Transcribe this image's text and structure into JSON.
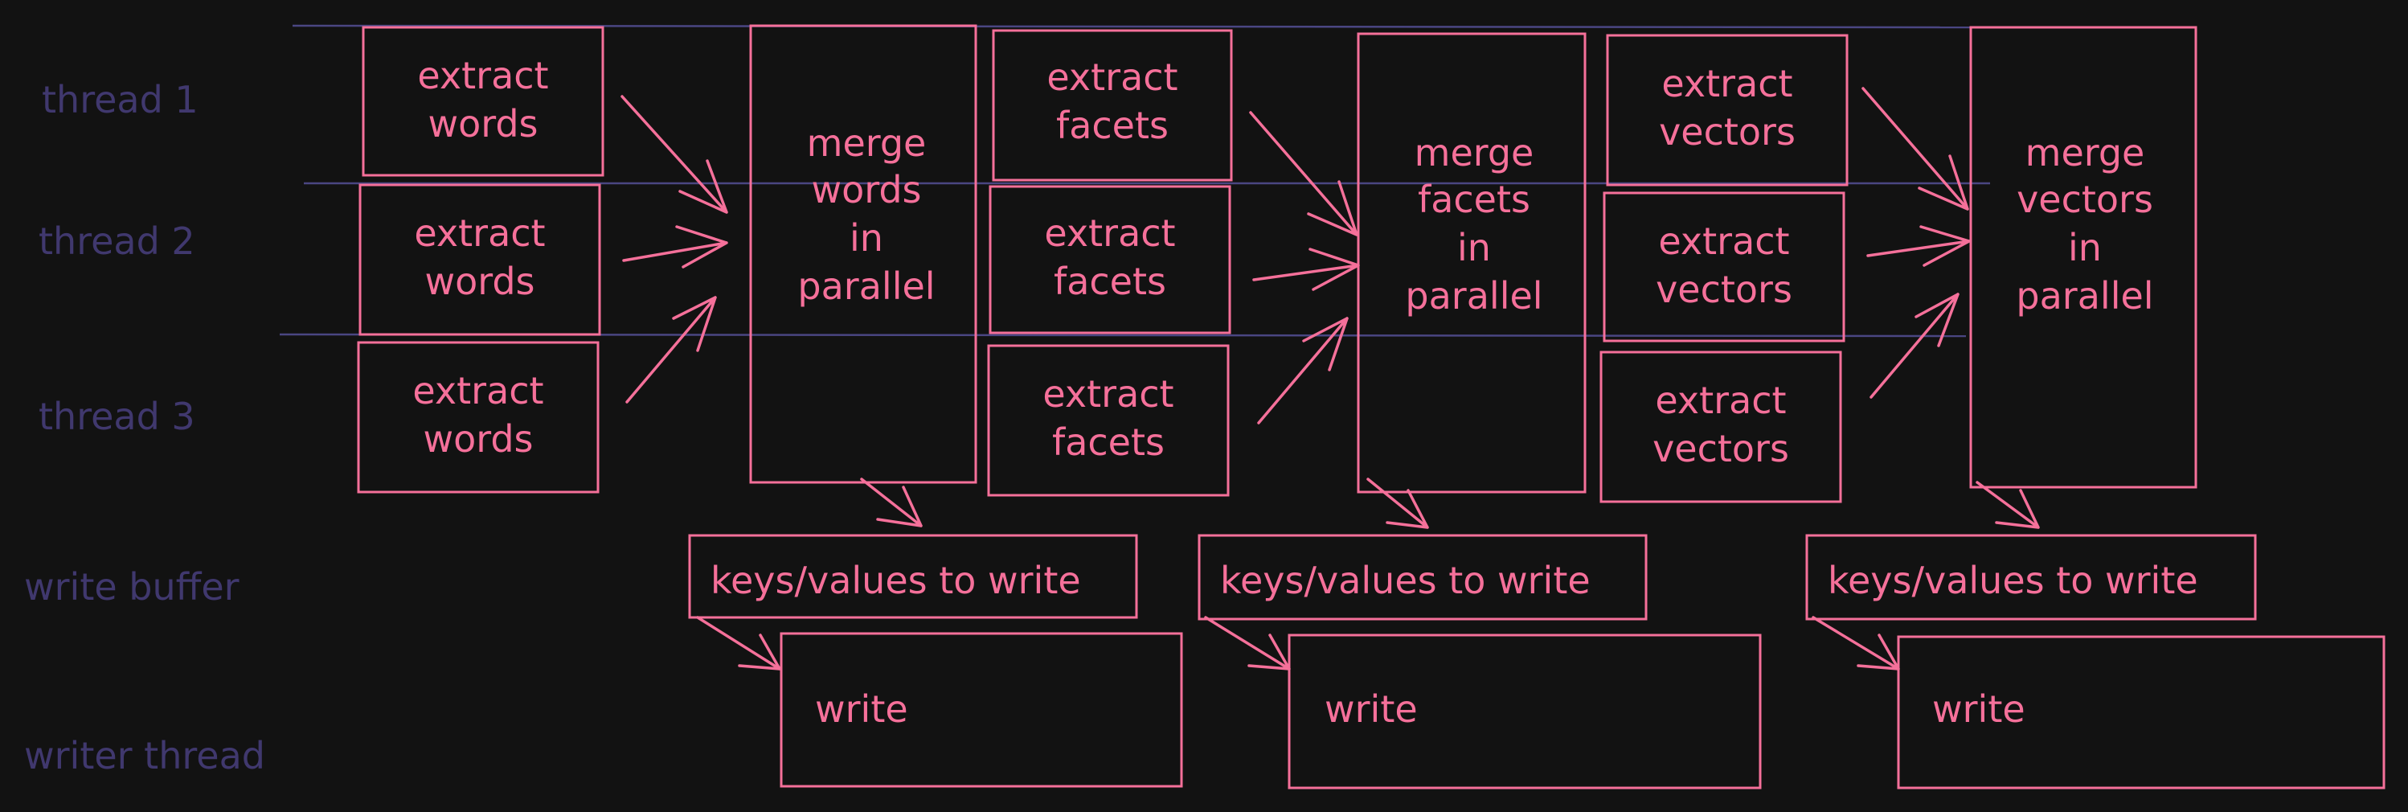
{
  "colors": {
    "background": "#121212",
    "accent": "#f5709a",
    "lane": "#40386e"
  },
  "lanes": {
    "thread1": "thread 1",
    "thread2": "thread 2",
    "thread3": "thread 3",
    "write_buffer": "write buffer",
    "writer_thread": "writer thread"
  },
  "boxes": {
    "extract_words": [
      "extract",
      "words"
    ],
    "merge_words": [
      "merge",
      "words",
      "in",
      "parallel"
    ],
    "extract_facets": [
      "extract",
      "facets"
    ],
    "merge_facets": [
      "merge",
      "facets",
      "in",
      "parallel"
    ],
    "extract_vectors": [
      "extract",
      "vectors"
    ],
    "merge_vectors": [
      "merge",
      "vectors",
      "in",
      "parallel"
    ]
  },
  "buffer_label": "keys/values to write",
  "write_label": "write"
}
